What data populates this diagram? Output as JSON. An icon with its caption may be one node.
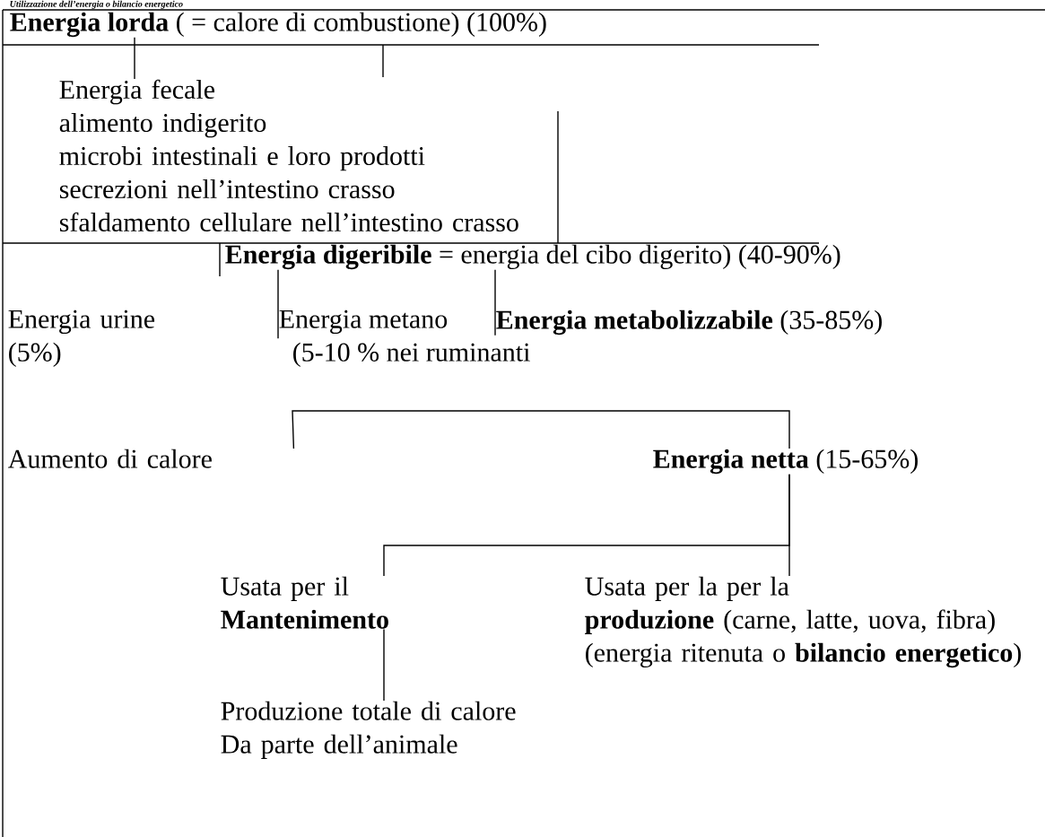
{
  "diagram": {
    "title": "Utilizzazione dell’energia o bilancio energetico",
    "nodes": [
      {
        "text": [
          "**Energia lorda** ( = calore di combustione) (100%)"
        ]
      },
      {
        "text": [
          "Energia fecale",
          "alimento indigerito",
          "microbi intestinali e loro prodotti",
          "secrezioni nell’intestino crasso",
          "sfaldamento cellulare nell’intestino crasso"
        ]
      },
      {
        "text": [
          "**Energia digeribile** = energia del cibo digerito) (40-90%)"
        ]
      },
      {
        "text": [
          "Energia urine (5%)"
        ]
      },
      {
        "text": [
          "Energia metano",
          "(5-10 % nei ruminanti"
        ]
      },
      {
        "text": [
          "**Energia metabolizzabile** (35-85%)"
        ]
      },
      {
        "text": [
          "Aumento di calore"
        ]
      },
      {
        "text": [
          "**Energia netta** (15-65%)"
        ]
      },
      {
        "text": [
          "Usata per il **Mantenimento**"
        ]
      },
      {
        "text": [
          "Usata per la per la",
          "**produzione** (carne, latte, uova, fibra) (energia ritenuta o **bilancio energetico**)"
        ]
      },
      {
        "text": [
          "Produzione totale di calore Da parte dell’animale"
        ]
      }
    ],
    "edges": [
      {
        "from": 0,
        "to": 1,
        "arrow": "none"
      },
      {
        "from": 2,
        "to": 4,
        "arrow": "none"
      },
      {
        "from": 2,
        "to": 5,
        "arrow": "none"
      },
      {
        "from": 6,
        "to": 7,
        "arrow": "none"
      },
      {
        "from": 7,
        "to": 8,
        "arrow": "none"
      },
      {
        "from": 7,
        "to": 9,
        "arrow": "none"
      },
      {
        "from": 8,
        "to": 10,
        "arrow": "none"
      }
    ]
  }
}
